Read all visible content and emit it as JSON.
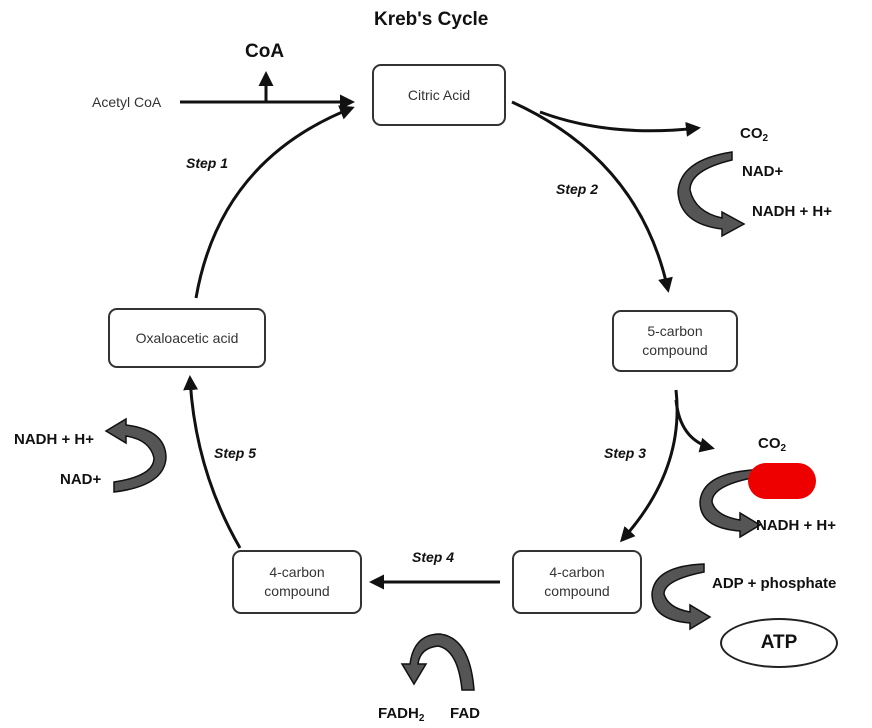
{
  "title": "Kreb's Cycle",
  "nodes": {
    "citric_acid": "Citric Acid",
    "five_carbon_line1": "5-carbon",
    "five_carbon_line2": "compound",
    "four_carbon_right_line1": "4-carbon",
    "four_carbon_right_line2": "compound",
    "four_carbon_left_line1": "4-carbon",
    "four_carbon_left_line2": "compound",
    "oxaloacetic": "Oxaloacetic acid"
  },
  "steps": {
    "step1": "Step 1",
    "step2": "Step 2",
    "step3": "Step 3",
    "step4": "Step 4",
    "step5": "Step 5"
  },
  "labels": {
    "acetyl_coa": "Acetyl CoA",
    "coa": "CoA",
    "co2_base": "CO",
    "co2_sub": "2",
    "nad": "NAD+",
    "nadh": "NADH + H+",
    "adp": "ADP + phosphate",
    "atp": "ATP",
    "fadh_base": "FADH",
    "fadh_sub": "2",
    "fad": "FAD"
  },
  "colors": {
    "arrow": "#111111",
    "curved_arrow_fill": "#555555",
    "highlight": "#ee0000"
  }
}
